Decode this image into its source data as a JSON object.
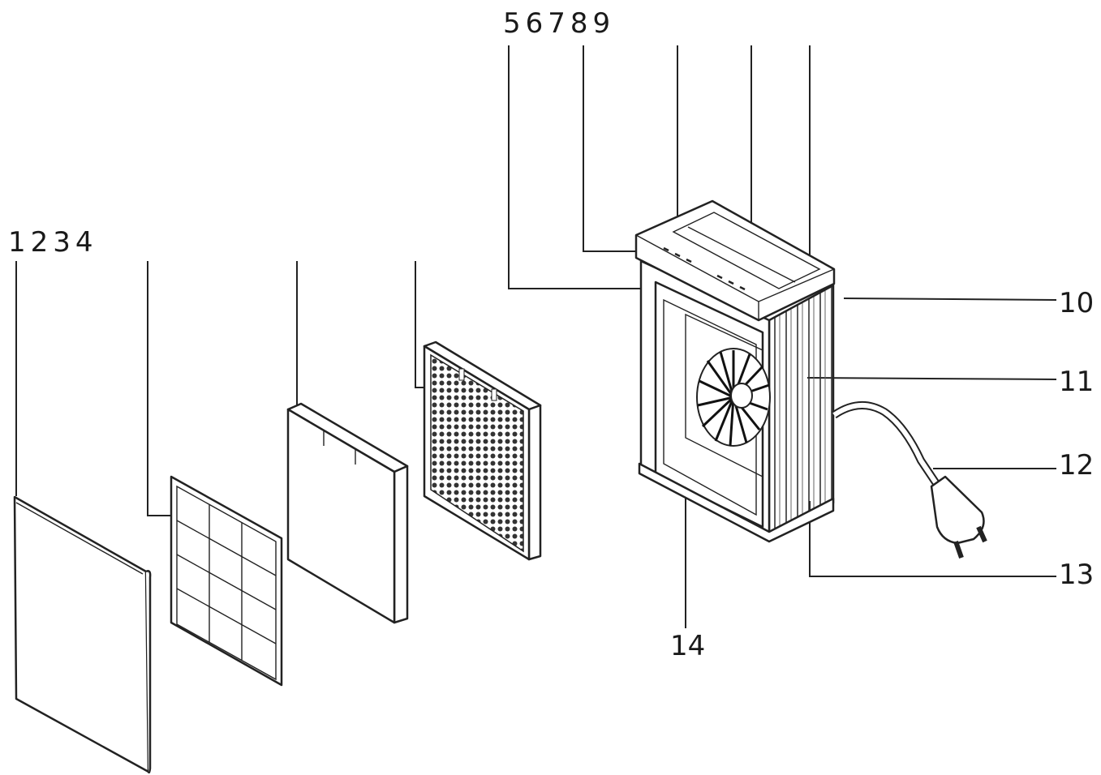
{
  "labels": {
    "group_left": "1234",
    "group_top": "56789",
    "l10": "10",
    "l11": "11",
    "l12": "12",
    "l13": "13",
    "l14": "14"
  }
}
